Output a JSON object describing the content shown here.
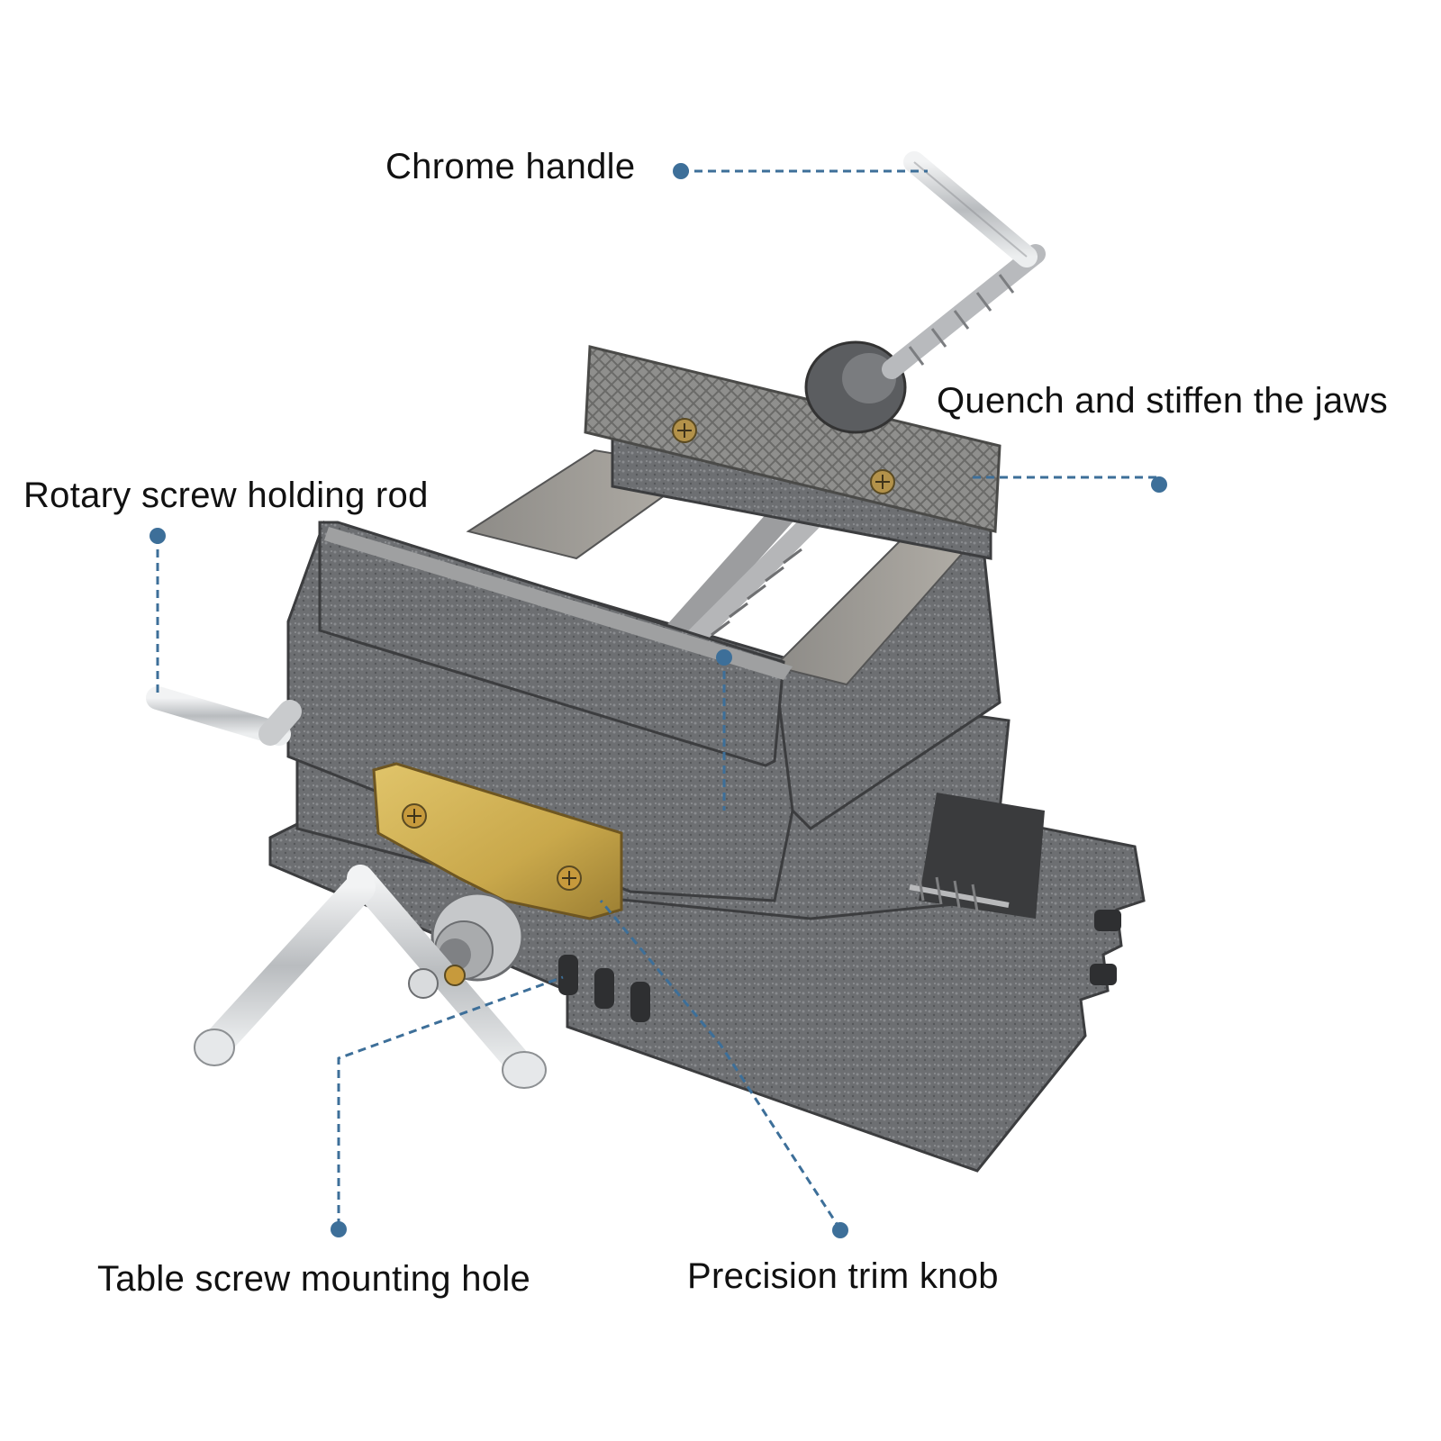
{
  "callouts": {
    "chrome_handle": "Chrome handle",
    "quench_jaws": "Quench and stiffen the jaws",
    "rotary_rod": "Rotary screw holding rod",
    "table_hole": "Table screw mounting hole",
    "trim_knob": "Precision trim knob"
  },
  "colors": {
    "leader": "#3d6f99",
    "body_gray": "#6b6d70",
    "jaw_plate": "#9a9a98",
    "brass_plate": "#c9a84b",
    "chrome": "#d4d6d8"
  },
  "icons": [
    "cross-slide-vise-illustration"
  ]
}
